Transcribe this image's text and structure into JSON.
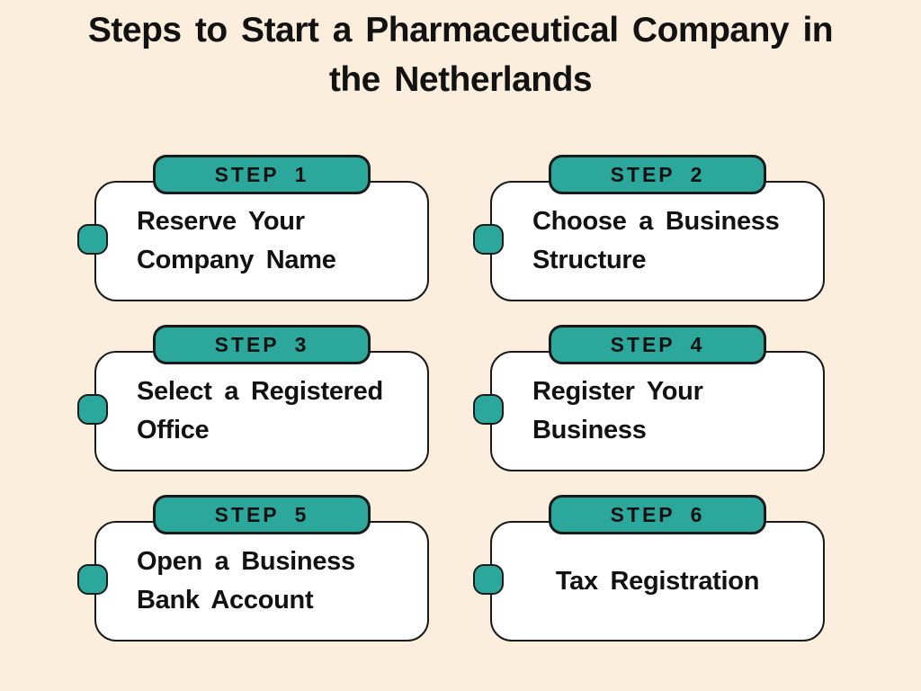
{
  "page": {
    "title_line1": "Steps to Start a Pharmaceutical Company in",
    "title_line2": "the Netherlands"
  },
  "colors": {
    "background": "#FBEEDD",
    "accent_teal": "#2CA79B",
    "card_background": "#FFFFFF",
    "text": "#121212",
    "border": "#1A1A1A"
  },
  "steps": [
    {
      "badge": "STEP 1",
      "title": "Reserve Your\nCompany Name"
    },
    {
      "badge": "STEP 2",
      "title": "Choose a Business\nStructure"
    },
    {
      "badge": "STEP 3",
      "title": "Select a Registered\nOffice"
    },
    {
      "badge": "STEP 4",
      "title": "Register Your\nBusiness"
    },
    {
      "badge": "STEP 5",
      "title": "Open a Business\nBank Account"
    },
    {
      "badge": "STEP 6",
      "title": "Tax Registration"
    }
  ]
}
